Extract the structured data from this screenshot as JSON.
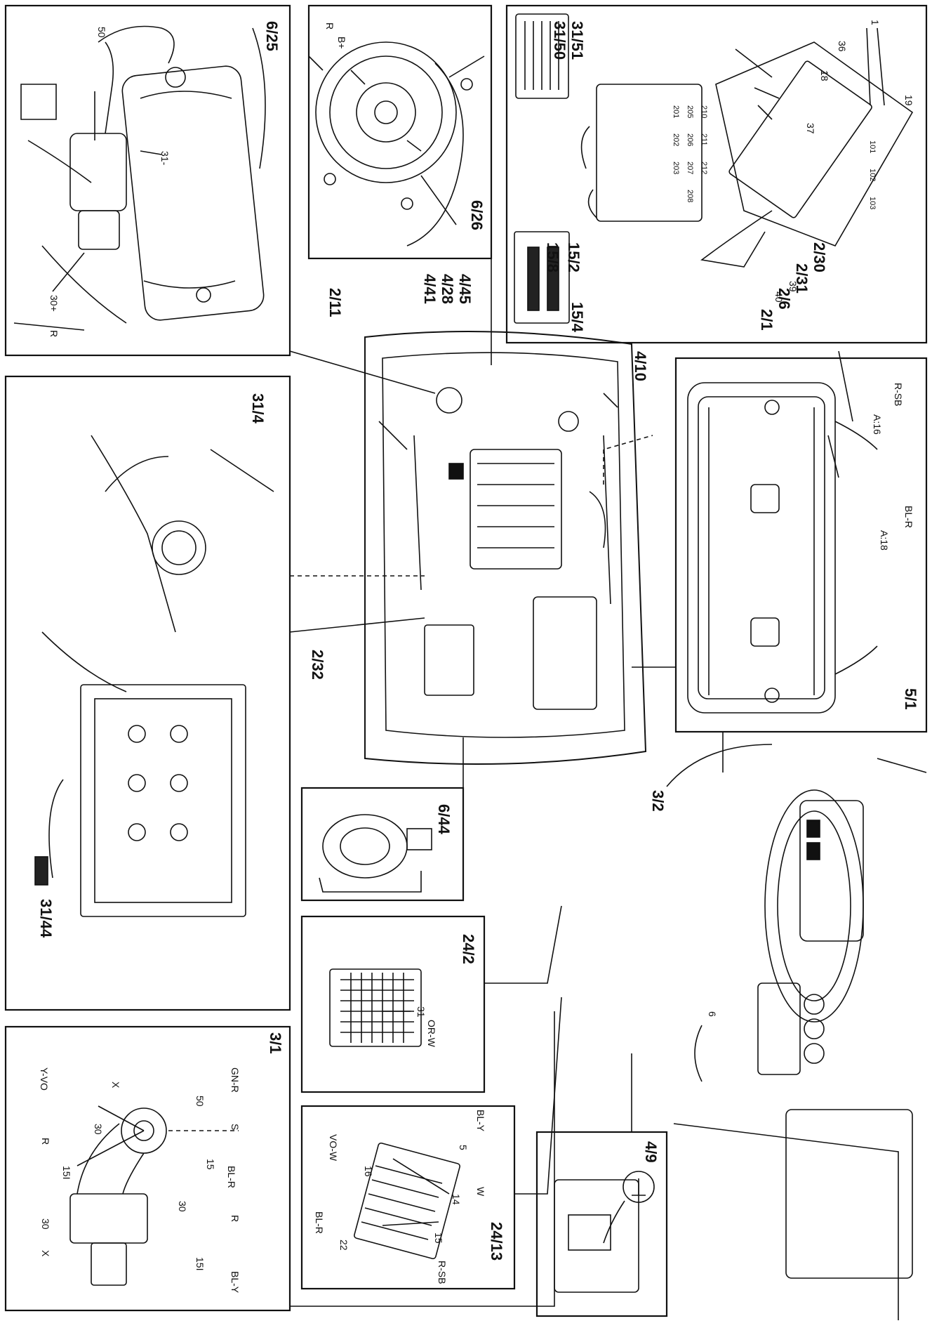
{
  "orientation": "rotated 90 degrees clockwise",
  "panels": {
    "starter": {
      "ref": "6/25",
      "labels": {
        "t50": "50",
        "t31": "31-",
        "t30": "30+",
        "wire_r": "R"
      }
    },
    "battery": {
      "ref_ground": "31/4",
      "ref_battery": "31/44"
    },
    "ignition": {
      "ref": "3/1",
      "labels": {
        "gnr": "GN-R",
        "yvo": "Y-VO",
        "x1": "X",
        "t50": "50",
        "s": "S",
        "t30a": "30",
        "r1": "R",
        "t15": "15",
        "blr": "BL-R",
        "t15i_a": "15I",
        "t30b": "30",
        "r2": "R",
        "t30c": "30",
        "x2": "X",
        "t15i_b": "15I",
        "bly": "BL-Y"
      }
    },
    "alternator": {
      "ref": "6/26",
      "labels": {
        "r": "R",
        "bplus": "B+"
      }
    },
    "engine_bay": {
      "callouts": {
        "a": "2/11",
        "b": "4/45",
        "c": "4/28",
        "d": "4/41",
        "e": "4/10",
        "f": "2/32"
      }
    },
    "lock_cylinder": {
      "ref": "6/44"
    },
    "conn_24_2": {
      "ref": "24/2",
      "labels": {
        "pin": "31",
        "wire": "OR-W"
      }
    },
    "conn_24_13": {
      "ref": "24/13",
      "labels": {
        "bly": "BL-Y",
        "vow": "VO-W",
        "p5": "5",
        "p16": "16",
        "p14": "14",
        "w": "W",
        "blr": "BL-R",
        "p22": "22",
        "p15": "15",
        "rsb": "R-SB"
      }
    },
    "fuse_box": {
      "refs": {
        "a": "31/51",
        "b": "31/50",
        "c": "15/2",
        "d": "15/8",
        "e": "15/4",
        "f": "2/30",
        "g": "2/31",
        "h": "2/6",
        "i": "2/1"
      },
      "pins": {
        "p1": "1",
        "p36": "36",
        "p18": "18",
        "p19": "19",
        "p37": "37",
        "p39": "39",
        "p40": "40"
      },
      "fuses": [
        "201",
        "202",
        "203",
        "205",
        "206",
        "207",
        "208",
        "210",
        "211",
        "212"
      ],
      "relays": [
        "101",
        "102",
        "103"
      ]
    },
    "instrument_cluster": {
      "ref": "5/1",
      "labels": {
        "rsb": "R-SB",
        "a16": "A:16",
        "blr": "BL-R",
        "a18": "A:18"
      }
    },
    "dashboard": {
      "ref": "3/2",
      "gear": "6"
    },
    "ground": {
      "ref": "4/9"
    }
  }
}
